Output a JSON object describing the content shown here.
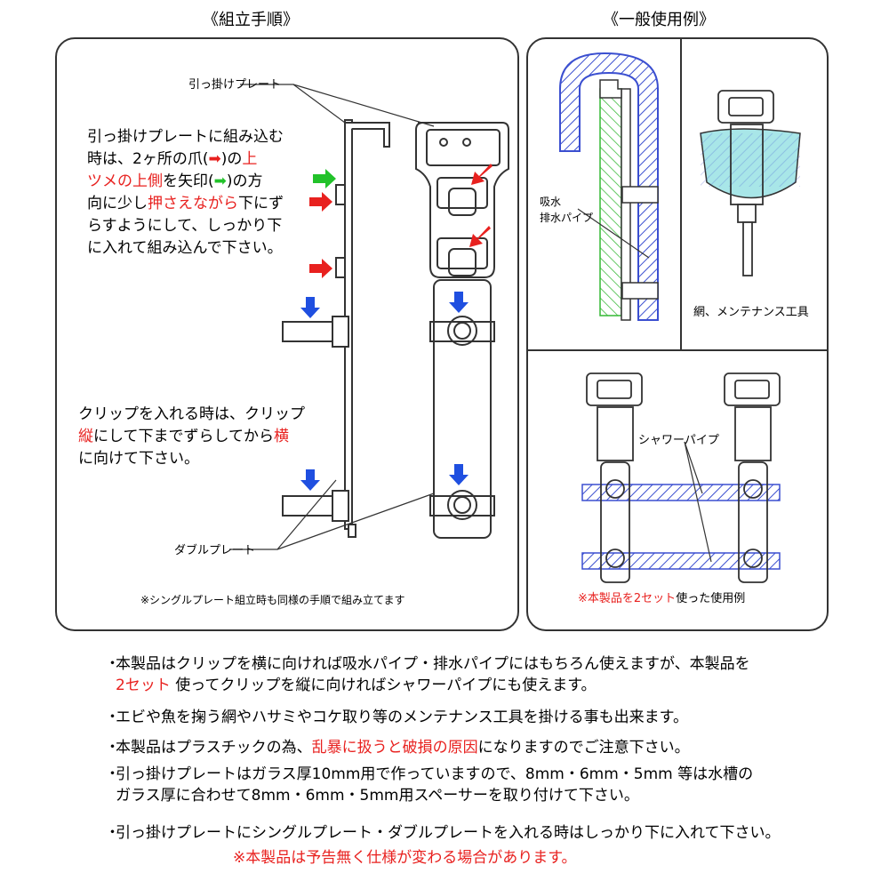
{
  "titles": {
    "assembly": "《組立手順》",
    "usage": "《一般使用例》"
  },
  "labels": {
    "hook_plate": "引っ掛けプレート",
    "double_plate": "ダブルプレート",
    "pipe_intake_1": "吸水",
    "pipe_intake_2": "排水パイプ",
    "net_tool": "網、メンテナンス工具",
    "shower_pipe": "シャワーパイプ"
  },
  "assembly_text": {
    "l1": "引っ掛けプレートに組み込む",
    "l2a": "時は、2ヶ所の爪(",
    "l2b": ")の",
    "l2c": "上",
    "l3a": "ツメの上側",
    "l3b": "を矢印(",
    "l3c": ")の方",
    "l4a": "向に少し",
    "l4b": "押さえながら",
    "l4c": "下にず",
    "l5": "らすようにして、しっかり下",
    "l6": "に入れて組み込んで下さい。"
  },
  "clip_text": {
    "l1": "クリップを入れる時は、クリップ",
    "l2a": "縦",
    "l2b": "にして下までずらしてから",
    "l2c": "横",
    "l3": "に向けて下さい。"
  },
  "single_note": "※シングルプレート組立時も同様の手順で組み立てます",
  "two_set_caption": {
    "a": "※本製品を",
    "b": "2セット",
    "c": "使った使用例"
  },
  "bullets": {
    "b1_line1": "本製品はクリップを横に向ければ吸水パイプ・排水パイプにはもちろん使えますが、本製品を",
    "b1_line2a": "2セット",
    "b1_line2b": " 使ってクリップを縦に向ければシャワーパイプにも使えます。",
    "b2": "エビや魚を掬う網やハサミやコケ取り等のメンテナンス工具を掛ける事も出来ます。",
    "b3a": "本製品はプラスチックの為、",
    "b3b": "乱暴に扱うと破損の原因",
    "b3c": "になりますのでご注意下さい。",
    "b4_line1": "引っ掛けプレートはガラス厚10mm用で作っていますので、8mm・6mm・5mm 等は水槽の",
    "b4_line2": "ガラス厚に合わせて8mm・6mm・5mm用スペーサーを取り付けて下さい。",
    "b5": "引っ掛けプレートにシングルプレート・ダブルプレートを入れる時はしっかり下に入れて下さい。",
    "b6": "※本製品は予告無く仕様が変わる場合があります。"
  },
  "colors": {
    "red_arrow": "#e8211f",
    "green_arrow": "#22c22a",
    "blue_arrow": "#1f4fe0",
    "hatch_blue": "#3b4fd0",
    "hatch_green": "#33b833",
    "cyan_fill": "#a8e6e8"
  }
}
